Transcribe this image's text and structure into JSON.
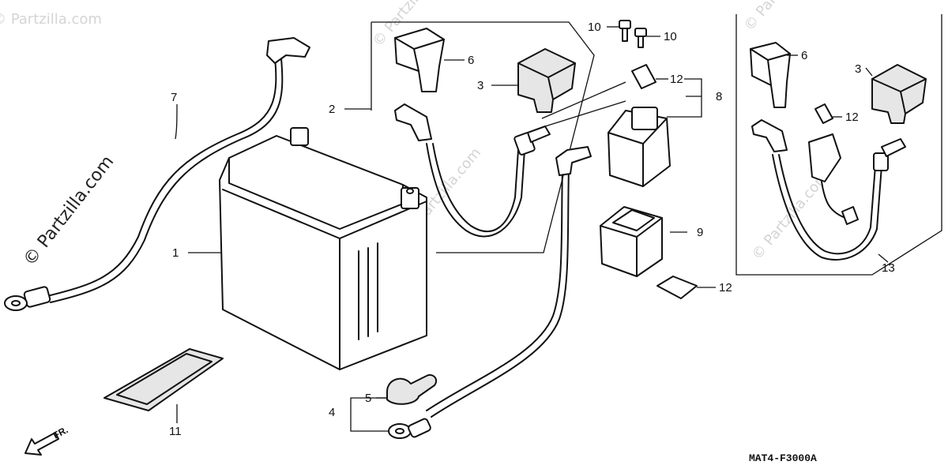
{
  "watermark": {
    "primary": "© Partzilla.com",
    "faint": "© Partzilla.com"
  },
  "diagram_code": "MAT4-F3000A",
  "front_marker": "FR.",
  "callouts": {
    "n1": "1",
    "n2": "2",
    "n3a": "3",
    "n3b": "3",
    "n4": "4",
    "n5": "5",
    "n6a": "6",
    "n6b": "6",
    "n7": "7",
    "n8": "8",
    "n9": "9",
    "n10a": "10",
    "n10b": "10",
    "n11": "11",
    "n12a": "12",
    "n12b": "12",
    "n12c": "12",
    "n13": "13"
  }
}
